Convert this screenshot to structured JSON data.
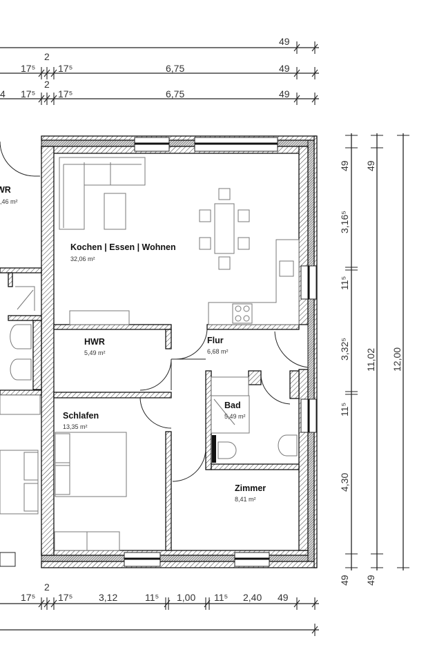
{
  "dimensions": {
    "top_row1": [
      "49"
    ],
    "top_row2": [
      "17⁵",
      "2",
      "17⁵",
      "6,75",
      "49"
    ],
    "top_row3": [
      "4",
      "17⁵",
      "2",
      "17⁵",
      "6,75",
      "49"
    ],
    "bottom_row1": [
      "17⁵",
      "2",
      "17⁵",
      "3,12",
      "11⁵",
      "1,00",
      "11⁵",
      "2,40",
      "49"
    ],
    "right_col1": [
      "49",
      "3,16⁵",
      "11⁵",
      "3,32⁵",
      "11⁵",
      "4,30",
      "49"
    ],
    "right_col2": [
      "49",
      "11,02",
      "49"
    ],
    "right_col3": [
      "12,00"
    ]
  },
  "rooms": [
    {
      "name": "Kochen | Essen | Wohnen",
      "area": "32,06 m²"
    },
    {
      "name": "HWR",
      "area": "5,49 m²"
    },
    {
      "name": "Flur",
      "area": "6,68 m²"
    },
    {
      "name": "Bad",
      "area": "5,49 m²"
    },
    {
      "name": "Schlafen",
      "area": "13,35 m²"
    },
    {
      "name": "Zimmer",
      "area": "8,41 m²"
    },
    {
      "name": "WR",
      "area": ",46 m²"
    }
  ]
}
